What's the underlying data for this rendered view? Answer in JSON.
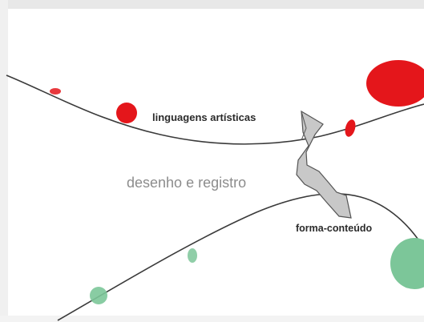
{
  "labels": {
    "linguagens": "linguagens artísticas",
    "desenho": "desenho e registro",
    "forma": "forma-conteúdo"
  },
  "colors": {
    "red": "#e4161b",
    "green": "#7cc699",
    "curve": "#3a3a3a",
    "shape_fill": "#c8c8c8",
    "shape_stroke": "#555555"
  }
}
